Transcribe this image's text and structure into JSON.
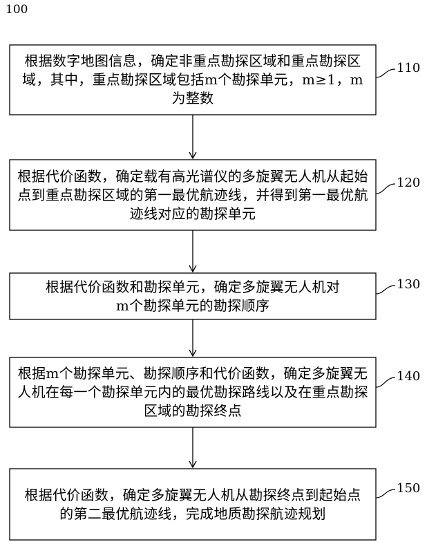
{
  "figure_number": "100",
  "steps": [
    {
      "label": "110",
      "text": "根据数字地图信息，确定非重点勘探区域和重点勘探区域，其中，重点勘探区域包括m个勘探单元，m≥1，m为整数"
    },
    {
      "label": "120",
      "text": "根据代价函数，确定载有高光谱仪的多旋翼无人机从起始点到重点勘探区域的第一最优航迹线，并得到第一最优航迹线对应的勘探单元"
    },
    {
      "label": "130",
      "text": "根据代价函数和勘探单元，确定多旋翼无人机对m个勘探单元的勘探顺序"
    },
    {
      "label": "140",
      "text": "根据m个勘探单元、勘探顺序和代价函数，确定多旋翼无人机在每一个勘探单元内的最优勘探路线以及在重点勘探区域的勘探终点"
    },
    {
      "label": "150",
      "text": "根据代价函数，确定多旋翼无人机从勘探终点到起始点的第二最优航迹线，完成地质勘探航迹规划"
    }
  ]
}
